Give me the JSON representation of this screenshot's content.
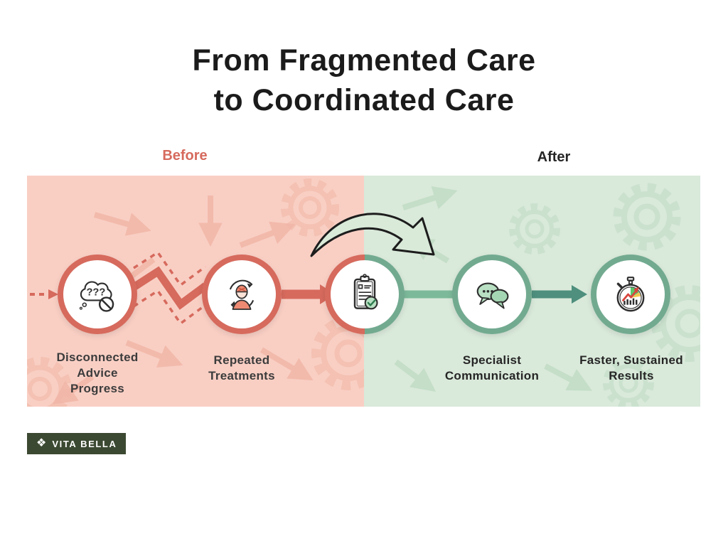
{
  "title": {
    "line1": "From Fragmented Care",
    "line2": "to Coordinated Care"
  },
  "sections": {
    "before": {
      "label": "Before"
    },
    "after": {
      "label": "After"
    }
  },
  "steps": [
    {
      "id": "disconnected",
      "phase": "before",
      "icon": "confused-thought-bubble-icon",
      "label": "Disconnected\nAdvice\nProgress"
    },
    {
      "id": "repeated-treatments",
      "phase": "before",
      "icon": "repeated-treatment-cycle-icon",
      "label": "Repeated\nTreatments"
    },
    {
      "id": "care-plan",
      "phase": "transition",
      "icon": "clipboard-checklist-icon",
      "label": ""
    },
    {
      "id": "specialist-communication",
      "phase": "after",
      "icon": "chat-bubbles-icon",
      "label": "Specialist\nCommunication"
    },
    {
      "id": "faster-results",
      "phase": "after",
      "icon": "stopwatch-results-icon",
      "label": "Faster, Sustained\nResults"
    }
  ],
  "icon_text": {
    "question_marks": "???"
  },
  "logo": {
    "text": "VITA BELLA",
    "mark": "❖"
  },
  "colors": {
    "before_accent": "#d66a5d",
    "before_bg": "#f9cfc4",
    "after_accent": "#4e8f7d",
    "after_circle": "#72aa90",
    "after_bg": "#d9e9da",
    "title_text": "#1b1b1b",
    "label_text": "#3c3c3c",
    "logo_bg": "#3c4932"
  }
}
